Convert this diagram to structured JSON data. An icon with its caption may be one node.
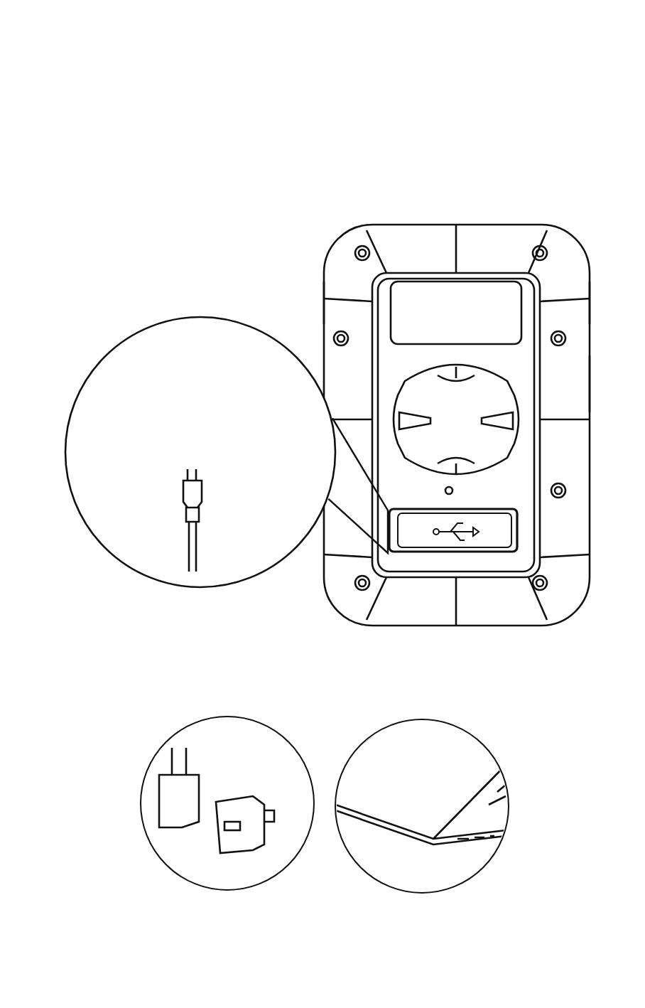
{
  "diagram": {
    "nodes": [
      {
        "text": [],
        "shape": "circle"
      },
      {
        "text": [],
        "shape": "box"
      }
    ],
    "edges": [
      {
        "from": 0,
        "to": 1,
        "arrow": "none"
      }
    ]
  }
}
